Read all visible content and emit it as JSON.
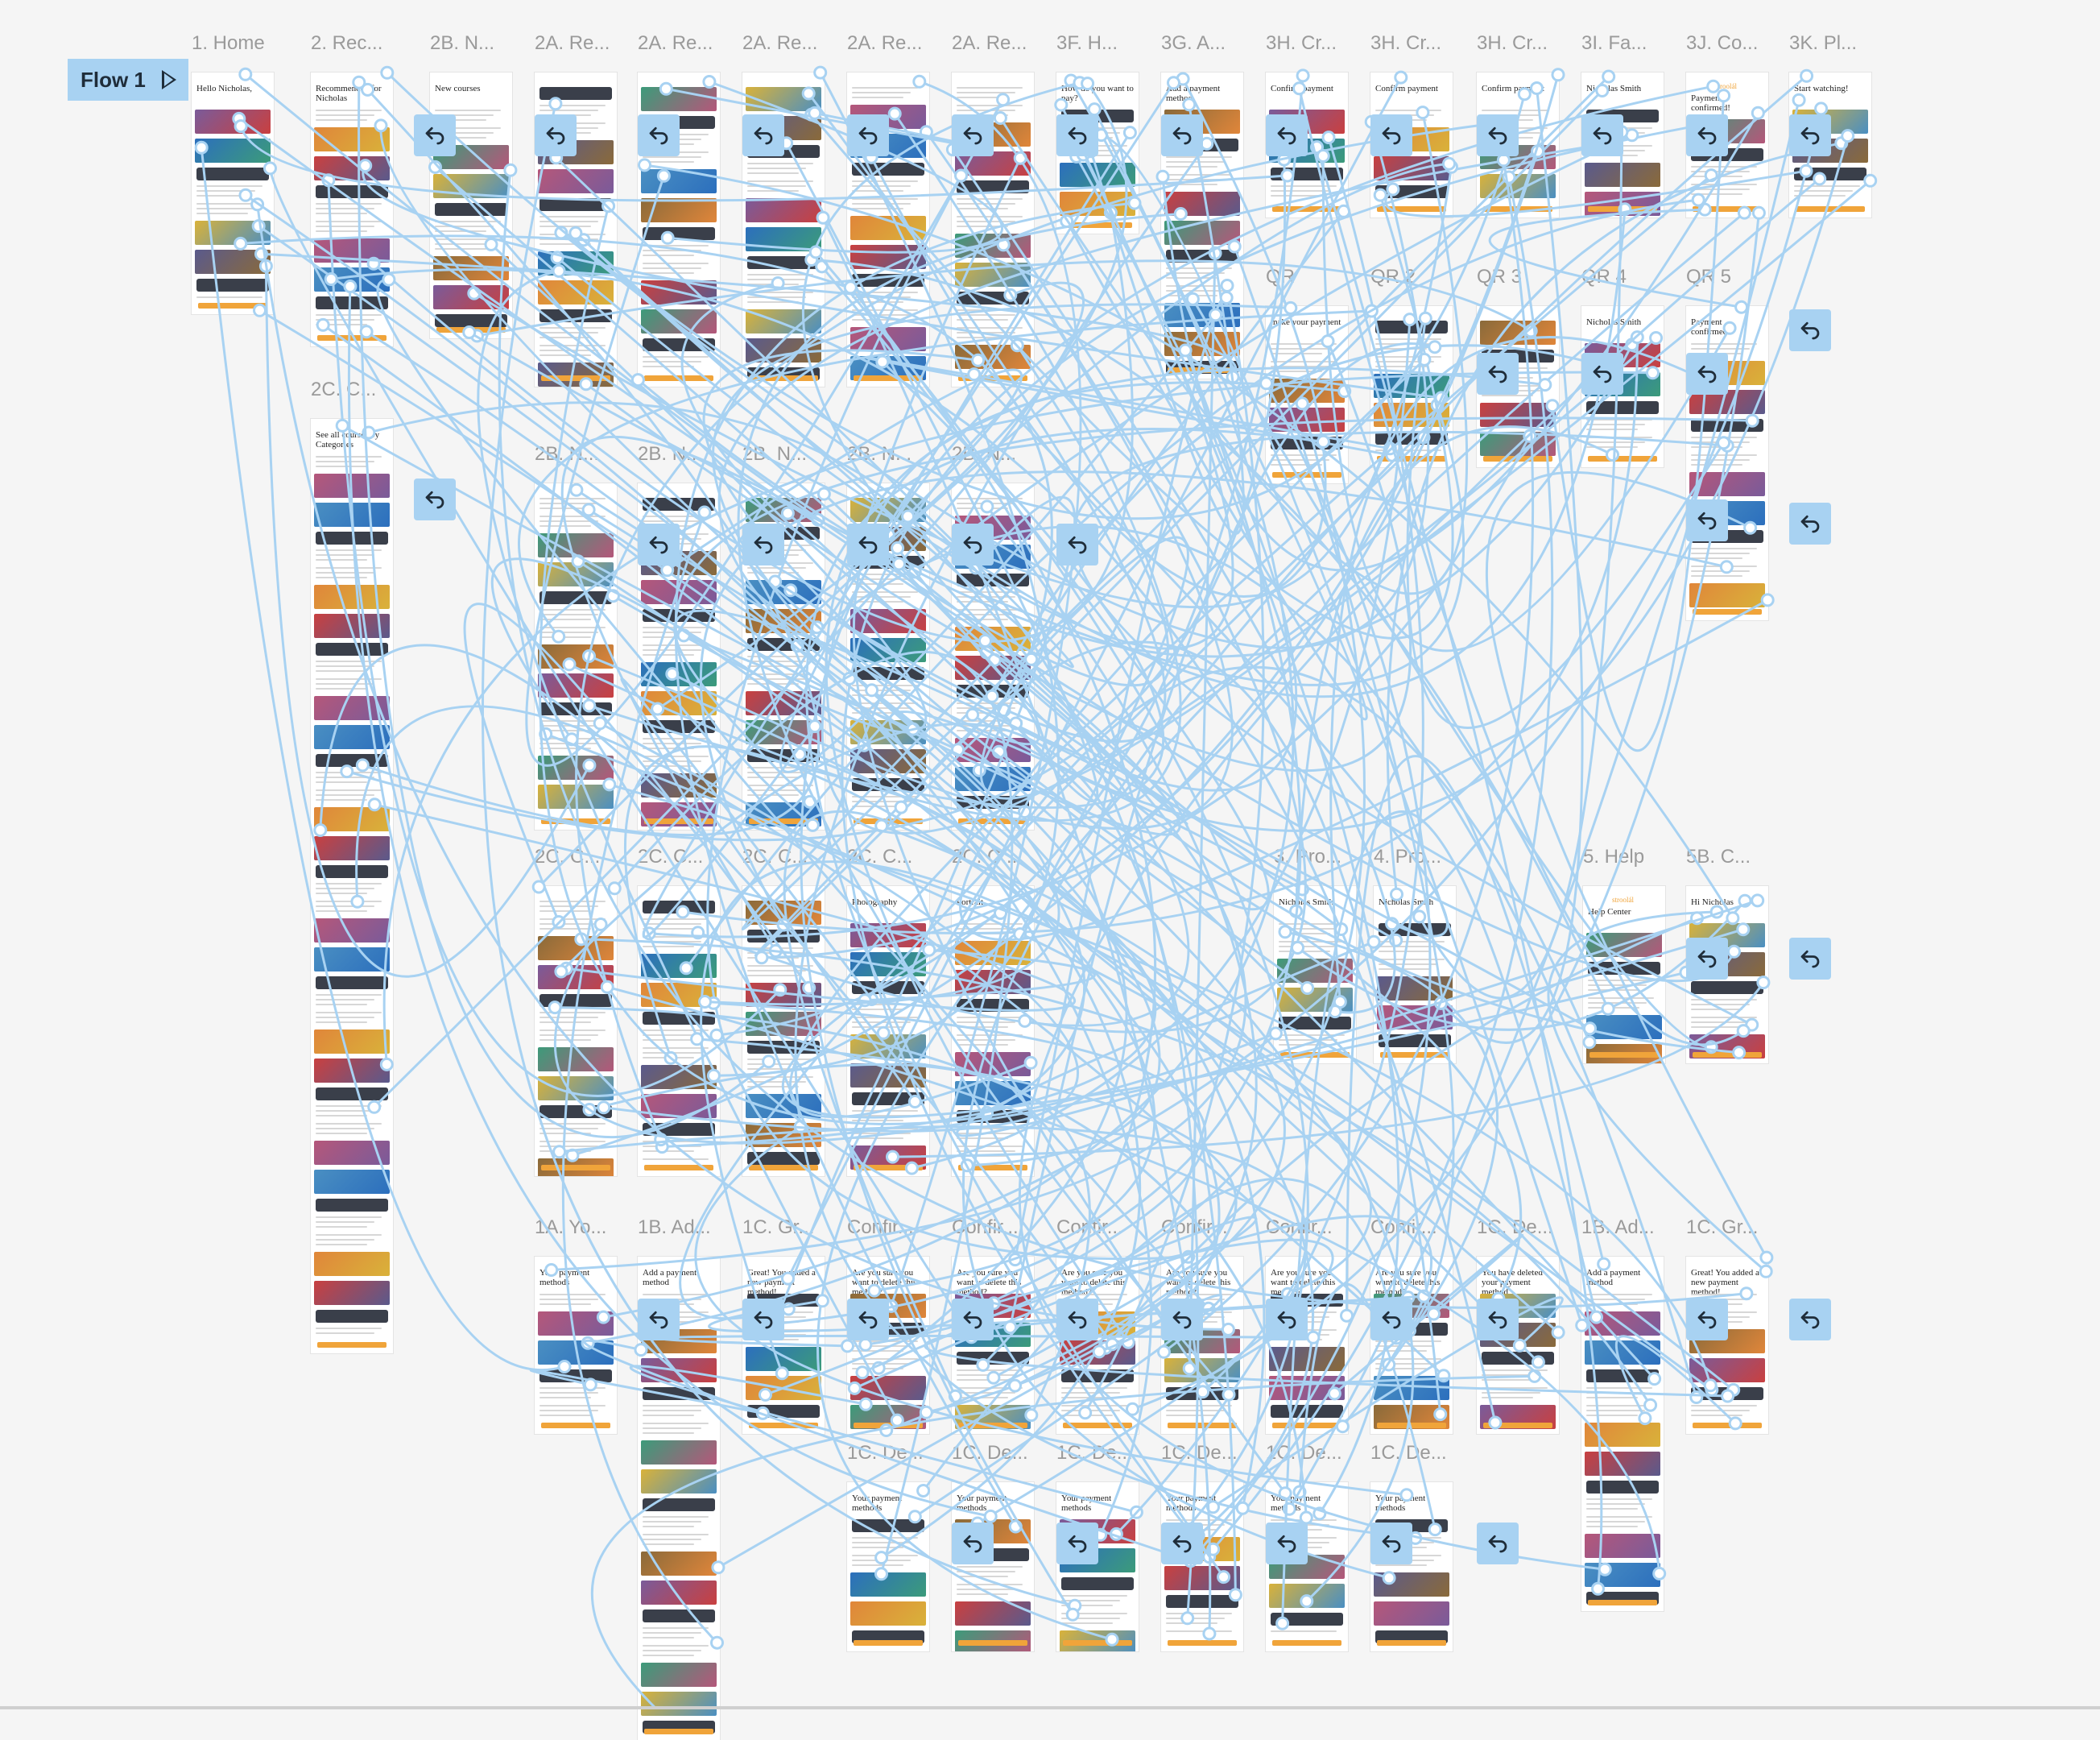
{
  "flow": {
    "label": "Flow 1"
  },
  "frames": [
    {
      "title": "1. Home",
      "heading": "Hello Nicholas,",
      "brand": ""
    },
    {
      "title": "2. Rec...",
      "heading": "Recommended for Nicholas",
      "brand": ""
    },
    {
      "title": "2B. N...",
      "heading": "New courses",
      "brand": ""
    },
    {
      "title": "2A. Re...",
      "heading": "",
      "brand": ""
    },
    {
      "title": "2A. Re...",
      "heading": "",
      "brand": ""
    },
    {
      "title": "2A. Re...",
      "heading": "",
      "brand": ""
    },
    {
      "title": "2A. Re...",
      "heading": "",
      "brand": ""
    },
    {
      "title": "2A. Re...",
      "heading": "",
      "brand": ""
    },
    {
      "title": "3F. H...",
      "heading": "How do you want to pay?",
      "brand": ""
    },
    {
      "title": "3G. A...",
      "heading": "Add a payment method",
      "brand": ""
    },
    {
      "title": "3H. Cr...",
      "heading": "Confirm payment",
      "brand": ""
    },
    {
      "title": "3H. Cr...",
      "heading": "Confirm payment",
      "brand": ""
    },
    {
      "title": "3H. Cr...",
      "heading": "Confirm payment",
      "brand": ""
    },
    {
      "title": "3I. Fa...",
      "heading": "Nicholas Smith",
      "brand": ""
    },
    {
      "title": "3J. Co...",
      "heading": "Payment confirmed!",
      "brand": "stroolál"
    },
    {
      "title": "3K. Pl...",
      "heading": "Start watching!",
      "brand": ""
    },
    {
      "title": "2C. C...",
      "heading": "See all courses by Categories",
      "brand": ""
    },
    {
      "title": "QR",
      "heading": "make your payment",
      "brand": ""
    },
    {
      "title": "QR 2",
      "heading": "",
      "brand": ""
    },
    {
      "title": "QR 3",
      "heading": "",
      "brand": ""
    },
    {
      "title": "QR 4",
      "heading": "Nicholas Smith",
      "brand": ""
    },
    {
      "title": "QR 5",
      "heading": "Payment confirmed!",
      "brand": ""
    },
    {
      "title": "2B. N...",
      "heading": "",
      "brand": ""
    },
    {
      "title": "2B. N...",
      "heading": "",
      "brand": ""
    },
    {
      "title": "2B. N...",
      "heading": "",
      "brand": ""
    },
    {
      "title": "2B. N...",
      "heading": "",
      "brand": ""
    },
    {
      "title": "2B. N...",
      "heading": "",
      "brand": ""
    },
    {
      "title": "2C. C...",
      "heading": "",
      "brand": ""
    },
    {
      "title": "2C. C...",
      "heading": "",
      "brand": ""
    },
    {
      "title": "2C. C...",
      "heading": "",
      "brand": ""
    },
    {
      "title": "2C. C...",
      "heading": "Photography",
      "brand": ""
    },
    {
      "title": "2C. C...",
      "heading": "Portrait",
      "brand": ""
    },
    {
      "title": "3. Pro...",
      "heading": "Nicholas Smith",
      "brand": ""
    },
    {
      "title": "4. Pro...",
      "heading": "Nicholas Smith",
      "brand": ""
    },
    {
      "title": "5. Help",
      "heading": "Help Center",
      "brand": "stroolál"
    },
    {
      "title": "5B. C...",
      "heading": "Hi Nicholas",
      "brand": ""
    },
    {
      "title": "1A. Yo...",
      "heading": "Your payment methods",
      "brand": ""
    },
    {
      "title": "1B. Ad...",
      "heading": "Add a payment method",
      "brand": ""
    },
    {
      "title": "1C. Gr...",
      "heading": "Great! You added a new payment method!",
      "brand": ""
    },
    {
      "title": "Confir...",
      "heading": "Are you sure you want to delete this method?",
      "brand": ""
    },
    {
      "title": "Confir...",
      "heading": "Are you sure you want to delete this method?",
      "brand": ""
    },
    {
      "title": "Confir...",
      "heading": "Are you sure you want to delete this method?",
      "brand": ""
    },
    {
      "title": "Confir...",
      "heading": "Are you sure you want to delete this method?",
      "brand": ""
    },
    {
      "title": "Confir...",
      "heading": "Are you sure you want to delete this method?",
      "brand": ""
    },
    {
      "title": "Confir...",
      "heading": "Are you sure you want to delete this method?",
      "brand": ""
    },
    {
      "title": "1C. De...",
      "heading": "You have deleted your payment method",
      "brand": ""
    },
    {
      "title": "1B. Ad...",
      "heading": "Add a payment method",
      "brand": ""
    },
    {
      "title": "1C. Gr...",
      "heading": "Great! You added a new payment method!",
      "brand": ""
    },
    {
      "title": "1C. De...",
      "heading": "Your payment methods",
      "brand": ""
    },
    {
      "title": "1C. De...",
      "heading": "Your payment methods",
      "brand": ""
    },
    {
      "title": "1C. De...",
      "heading": "Your payment methods",
      "brand": ""
    },
    {
      "title": "1C. De...",
      "heading": "Your payment methods",
      "brand": ""
    },
    {
      "title": "1C. De...",
      "heading": "Your payment methods",
      "brand": ""
    },
    {
      "title": "1C. De...",
      "heading": "Your payment methods",
      "brand": ""
    }
  ],
  "colors": {
    "wire": "#a8d2f2",
    "accent": "#f0a43a",
    "dark": "#3a3f4a",
    "canvas": "#f5f5f5"
  },
  "icons": {
    "back": "back-arrow-icon",
    "play": "play-icon"
  }
}
